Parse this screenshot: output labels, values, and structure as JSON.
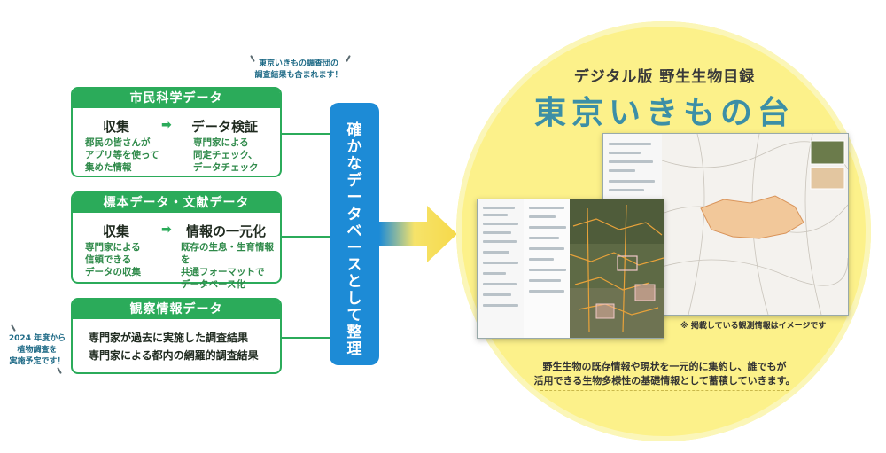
{
  "left": {
    "note_top": [
      "東京いきもの調査団の",
      "調査結果も含まれます！"
    ],
    "note_left": [
      "2024 年度から",
      "植物調査を",
      "実施予定です！"
    ],
    "boxes": [
      {
        "title": "市民科学データ",
        "step1_title": "収集",
        "step1_desc": [
          "都民の皆さんが",
          "アプリ等を使って",
          "集めた情報"
        ],
        "arrow": "➡",
        "step2_title": "データ検証",
        "step2_desc": [
          "専門家による",
          "同定チェック、",
          "データチェック"
        ]
      },
      {
        "title": "標本データ・文献データ",
        "step1_title": "収集",
        "step1_desc": [
          "専門家による",
          "信頼できる",
          "データの収集"
        ],
        "arrow": "➡",
        "step2_title": "情報の一元化",
        "step2_desc": [
          "既存の生息・生育情報を",
          "共通フォーマットで",
          "データベース化"
        ]
      },
      {
        "title": "観察情報データ",
        "lines": [
          "専門家が過去に実施した調査結果",
          "専門家による都内の網羅的調査結果"
        ]
      }
    ]
  },
  "center": {
    "vertical_text": [
      "確",
      "か",
      "な",
      "デ",
      "ー",
      "タ",
      "ベ",
      "ー",
      "ス",
      "と",
      "し",
      "て",
      "整",
      "理"
    ]
  },
  "right": {
    "subtitle": "デジタル版 野生生物目録",
    "title": "東京いきもの台帳",
    "image_note": "※ 掲載している観測情報はイメージです",
    "description": [
      "野生生物の既存情報や現状を一元的に集約し、誰でもが",
      "活用できる生物多様性の基礎情報として蓄積していきます。"
    ]
  },
  "colors": {
    "green": "#2bab5a",
    "blue": "#1d8bd6",
    "yellow": "#fcf18a",
    "title_teal": "#3c8fa6"
  }
}
